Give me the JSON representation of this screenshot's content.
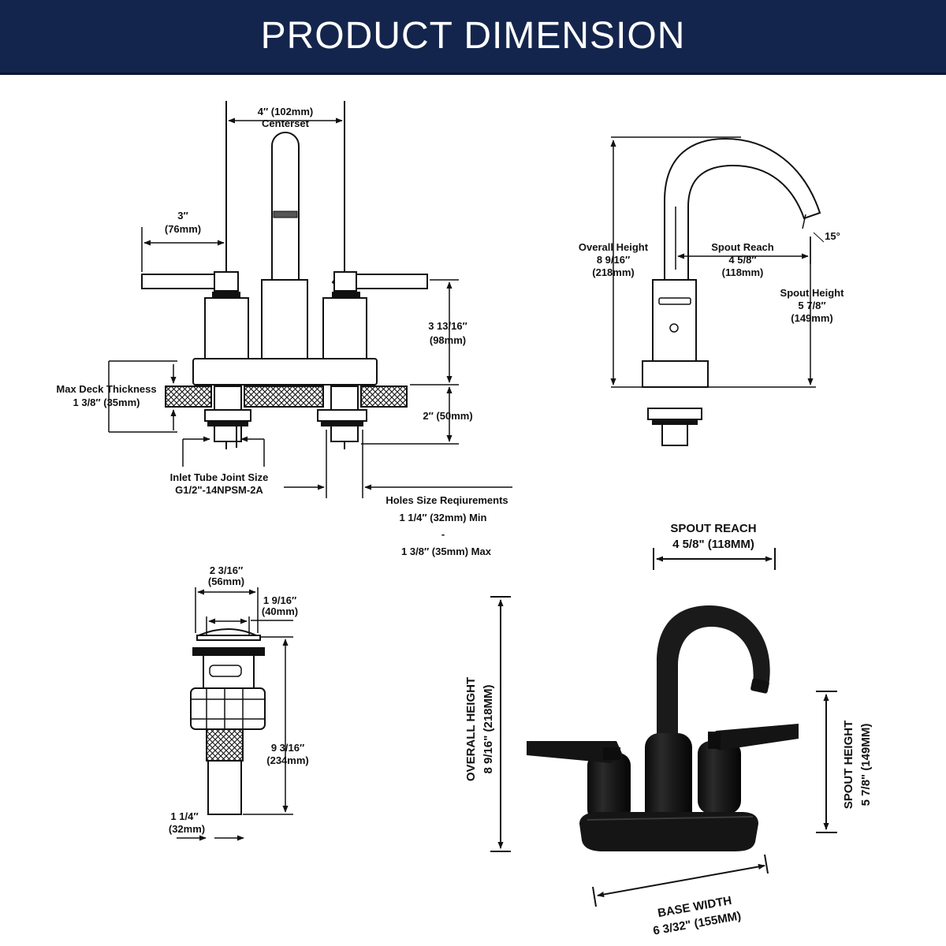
{
  "header": {
    "title": "PRODUCT DIMENSION",
    "background_color": "#14254d",
    "text_color": "#ffffff"
  },
  "front_view": {
    "centerset_value": "4″ (102mm)",
    "centerset_label": "Centerset",
    "handle_length_value": "3″",
    "handle_length_metric": "(76mm)",
    "handle_height_value": "3 13/16″",
    "handle_height_metric": "(98mm)",
    "deck_thickness_label": "Max Deck Thickness",
    "deck_thickness_value": "1 3/8″  (35mm)",
    "shank_length_value": "2″  (50mm)",
    "inlet_label": "Inlet Tube Joint Size",
    "inlet_value": "G1/2\"-14NPSM-2A",
    "holes_label": "Holes Size Reqiurements",
    "holes_min": "1 1/4″  (32mm) Min",
    "holes_separator": "-",
    "holes_max": "1 3/8″   (35mm) Max"
  },
  "side_view": {
    "overall_height_label": "Overall Height",
    "overall_height_value": "8 9/16″",
    "overall_height_metric": "(218mm)",
    "spout_reach_label": "Spout Reach",
    "spout_reach_value": "4 5/8″",
    "spout_reach_metric": "(118mm)",
    "spout_height_label": "Spout Height",
    "spout_height_value": "5 7/8″",
    "spout_height_metric": "(149mm)",
    "spout_angle": "15°"
  },
  "drain_view": {
    "top_width_value": "2 3/16″",
    "top_width_metric": "(56mm)",
    "stem_width_value": "1 9/16″",
    "stem_width_metric": "(40mm)",
    "length_value": "9 3/16″",
    "length_metric": "(234mm)",
    "tube_diameter_value": "1 1/4″",
    "tube_diameter_metric": "(32mm)"
  },
  "photo_view": {
    "spout_reach_label": "SPOUT REACH",
    "spout_reach_value": "4 5/8\" (118MM)",
    "overall_height_label": "OVERALL HEIGHT",
    "overall_height_value": "8 9/16\" (218MM)",
    "spout_height_label": "SPOUT HEIGHT",
    "spout_height_value": "5 7/8\" (149MM)",
    "base_width_label": "BASE WIDTH",
    "base_width_value": "6 3/32\" (155MM)",
    "finish_color": "#1a1a1a"
  }
}
